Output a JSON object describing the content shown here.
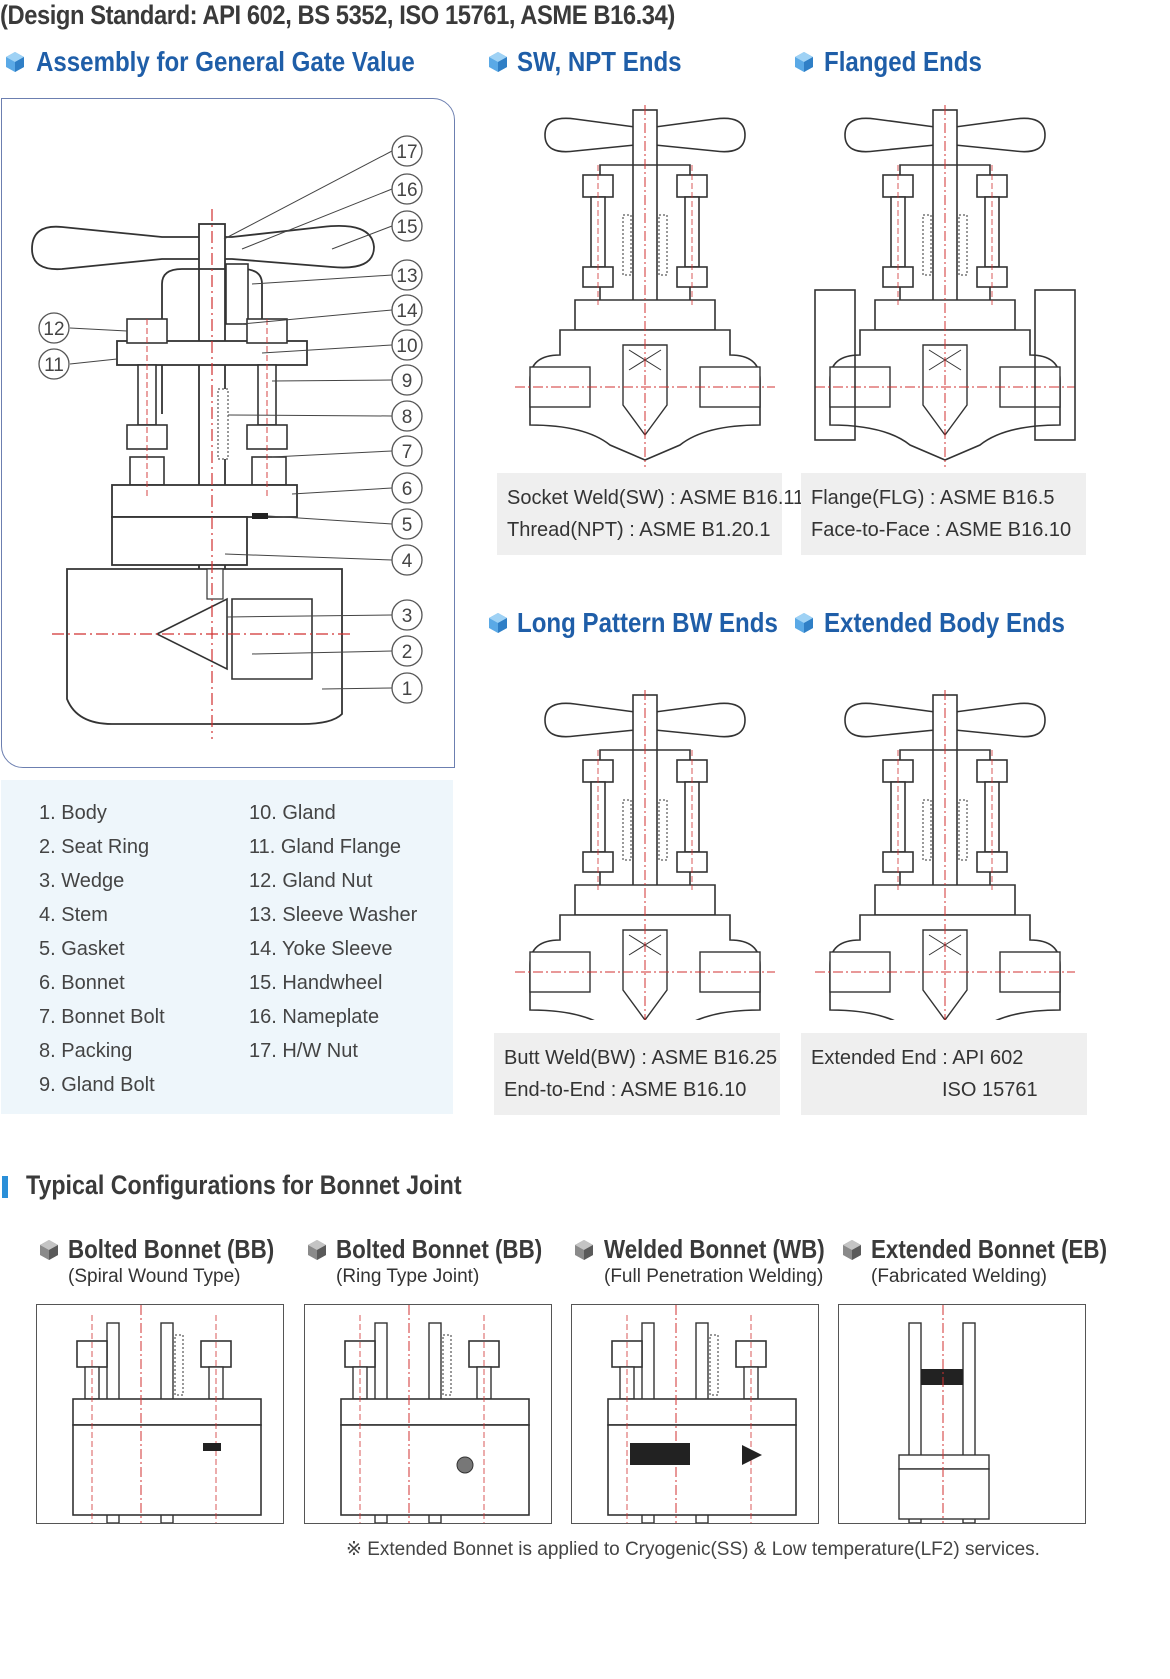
{
  "design_standard": "(Design Standard: API 602, BS 5352, ISO 15761, ASME B16.34)",
  "sections": {
    "assembly": "Assembly for General Gate Value",
    "sw_npt": "SW, NPT Ends",
    "flanged": "Flanged Ends",
    "long_bw": "Long Pattern BW Ends",
    "extended": "Extended Body Ends"
  },
  "callouts": [
    "17",
    "16",
    "15",
    "13",
    "14",
    "10",
    "9",
    "8",
    "7",
    "6",
    "5",
    "4",
    "3",
    "2",
    "1",
    "12",
    "11"
  ],
  "parts_left": [
    "1. Body",
    "2. Seat Ring",
    "3. Wedge",
    "4. Stem",
    "5. Gasket",
    "6. Bonnet",
    "7. Bonnet Bolt",
    "8. Packing",
    "9. Gland Bolt"
  ],
  "parts_right": [
    "10. Gland",
    "11. Gland Flange",
    "12. Gland Nut",
    "13. Sleeve Washer",
    "14. Yoke Sleeve",
    "15. Handwheel",
    "16. Nameplate",
    "17. H/W Nut"
  ],
  "captions": {
    "sw_npt": [
      "Socket Weld(SW) : ASME B16.11",
      "Thread(NPT) : ASME B1.20.1"
    ],
    "flanged": [
      "Flange(FLG) : ASME B16.5",
      "Face-to-Face :  ASME B16.10"
    ],
    "long_bw": [
      "Butt Weld(BW) : ASME B16.25",
      "End-to-End : ASME B16.10"
    ],
    "extended": [
      "Extended End : API 602",
      "ISO 15761"
    ]
  },
  "bonnet_section_title": "Typical Configurations for Bonnet Joint",
  "bonnets": [
    {
      "title": "Bolted Bonnet (BB)",
      "subtitle": "(Spiral Wound Type)"
    },
    {
      "title": "Bolted Bonnet (BB)",
      "subtitle": "(Ring Type Joint)"
    },
    {
      "title": "Welded Bonnet (WB)",
      "subtitle": "(Full Penetration Welding)"
    },
    {
      "title": "Extended Bonnet (EB)",
      "subtitle": "(Fabricated Welding)"
    }
  ],
  "footnote": "※ Extended Bonnet is applied to Cryogenic(SS) & Low temperature(LF2) services.",
  "colors": {
    "accent_blue": "#1f5ea8",
    "legend_bg": "#eef6fb",
    "caption_bg": "#efefef",
    "centerline_red": "#d03030"
  }
}
